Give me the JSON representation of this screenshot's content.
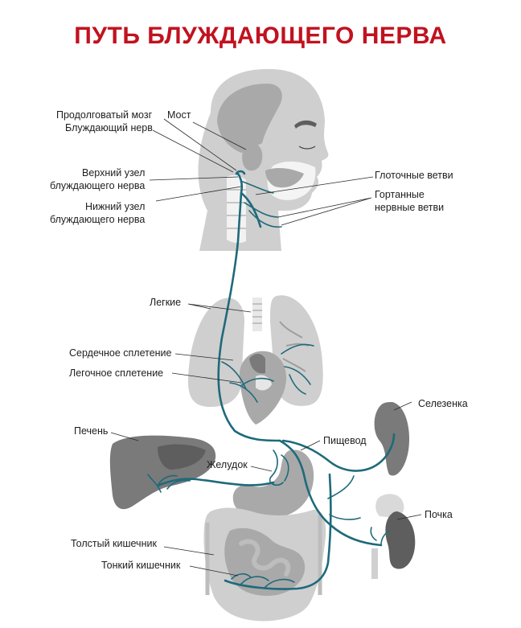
{
  "title": "ПУТЬ БЛУЖДАЮЩЕГО НЕРВА",
  "labels": {
    "medulla": "Продолговатый мозг",
    "pons": "Мост",
    "vagus": "Блуждающий нерв",
    "upper_ganglion_1": "Верхний узел",
    "upper_ganglion_2": "блуждающего нерва",
    "lower_ganglion_1": "Нижний узел",
    "lower_ganglion_2": "блуждающего нерва",
    "pharyngeal": "Глоточные ветви",
    "laryngeal_1": "Гортанные",
    "laryngeal_2": "нервные ветви",
    "lungs": "Легкие",
    "cardiac_plexus": "Сердечное сплетение",
    "pulmonary_plexus": "Легочное  сплетение",
    "spleen": "Селезенка",
    "liver": "Печень",
    "esophagus": "Пищевод",
    "stomach": "Желудок",
    "kidney": "Почка",
    "large_intestine": "Толстый кишечник",
    "small_intestine": "Тонкий кишечник"
  },
  "colors": {
    "title": "#c1121f",
    "nerve": "#1e6a7a",
    "organ_gray": "#a9a9a9"
  }
}
